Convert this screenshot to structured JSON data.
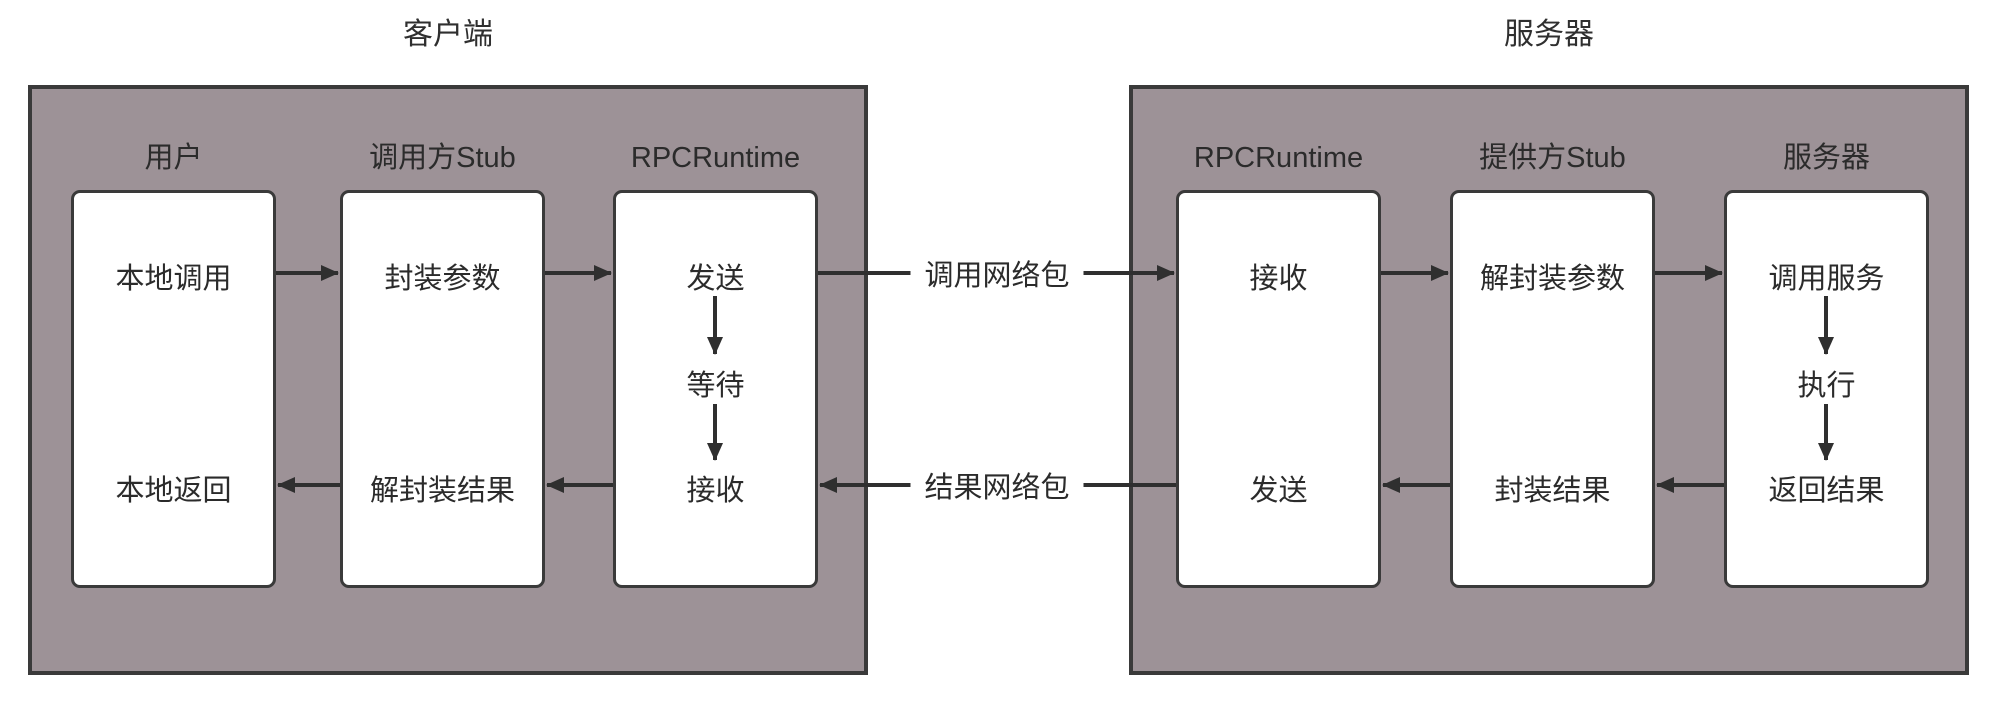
{
  "colors": {
    "panel_fill": "#9d9297",
    "panel_border": "#3a3a3a",
    "box_fill": "#ffffff",
    "box_border": "#3a3a3a",
    "arrow": "#2f2f2f",
    "text": "#2b2b2b",
    "page_background": "#ffffff"
  },
  "client": {
    "title": "客户端",
    "columns": [
      {
        "label": "用户",
        "rows": {
          "top": "本地调用",
          "bottom": "本地返回"
        }
      },
      {
        "label": "调用方Stub",
        "rows": {
          "top": "封装参数",
          "bottom": "解封装结果"
        }
      },
      {
        "label": "RPCRuntime",
        "rows": {
          "top": "发送",
          "middle": "等待",
          "bottom": "接收"
        }
      }
    ]
  },
  "server": {
    "title": "服务器",
    "columns": [
      {
        "label": "RPCRuntime",
        "rows": {
          "top": "接收",
          "bottom": "发送"
        }
      },
      {
        "label": "提供方Stub",
        "rows": {
          "top": "解封装参数",
          "bottom": "封装结果"
        }
      },
      {
        "label": "服务器",
        "rows": {
          "top": "调用服务",
          "middle": "执行",
          "bottom": "返回结果"
        }
      }
    ]
  },
  "links": {
    "request_label": "调用网络包",
    "response_label": "结果网络包"
  }
}
